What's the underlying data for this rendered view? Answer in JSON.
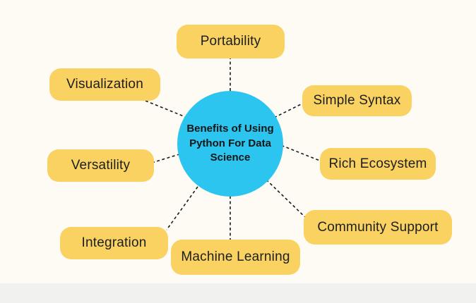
{
  "diagram": {
    "title": "Benefits of Using Python For Data Science",
    "center": {
      "line1": "Benefits of Using",
      "line2": "Python For Data",
      "line3": "Science"
    },
    "nodes": [
      {
        "id": "portability",
        "label": "Portability"
      },
      {
        "id": "visualization",
        "label": "Visualization"
      },
      {
        "id": "simple-syntax",
        "label": "Simple Syntax"
      },
      {
        "id": "versatility",
        "label": "Versatility"
      },
      {
        "id": "rich-ecosystem",
        "label": "Rich Ecosystem"
      },
      {
        "id": "integration",
        "label": "Integration"
      },
      {
        "id": "machine-learning",
        "label": "Machine Learning"
      },
      {
        "id": "community-support",
        "label": "Community Support"
      }
    ],
    "colors": {
      "background": "#FDFBF4",
      "footer_strip": "#F1F1F0",
      "node_fill": "#F9D262",
      "center_fill": "#2BC5F0",
      "text": "#1E1E1E",
      "connector": "#1A1A1A"
    }
  }
}
